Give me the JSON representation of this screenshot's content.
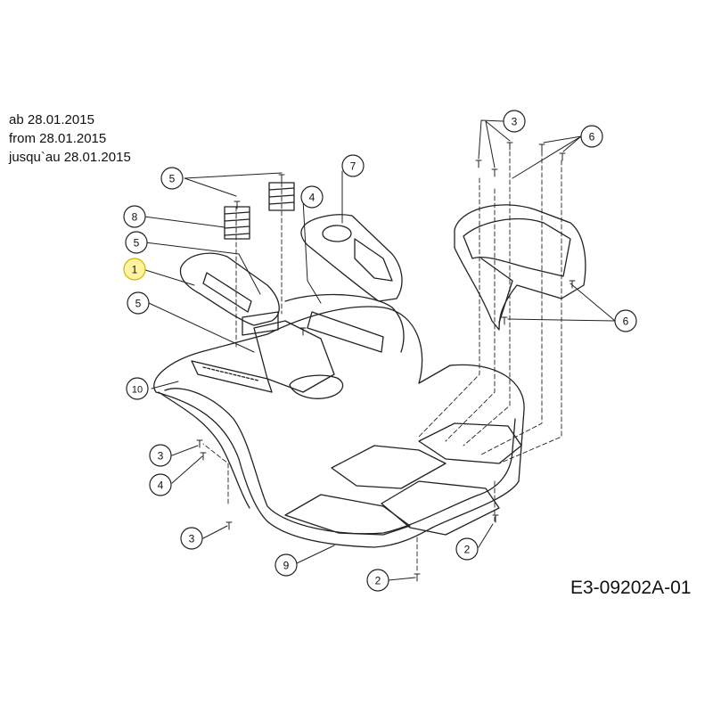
{
  "header": {
    "lines": [
      "ab 28.01.2015",
      "from 28.01.2015",
      "jusqu`au 28.01.2015"
    ]
  },
  "drawing_code": "E3-09202A-01",
  "callouts": [
    {
      "id": "c3-top",
      "label": "3",
      "highlight": false
    },
    {
      "id": "c6-top",
      "label": "6",
      "highlight": false
    },
    {
      "id": "c7",
      "label": "7",
      "highlight": false
    },
    {
      "id": "c4-top",
      "label": "4",
      "highlight": false
    },
    {
      "id": "c5-top",
      "label": "5",
      "highlight": false
    },
    {
      "id": "c8",
      "label": "8",
      "highlight": false
    },
    {
      "id": "c5-mid",
      "label": "5",
      "highlight": false
    },
    {
      "id": "c1",
      "label": "1",
      "highlight": true
    },
    {
      "id": "c5-low",
      "label": "5",
      "highlight": false
    },
    {
      "id": "c6-right",
      "label": "6",
      "highlight": false
    },
    {
      "id": "c10",
      "label": "10",
      "highlight": false
    },
    {
      "id": "c3-left",
      "label": "3",
      "highlight": false
    },
    {
      "id": "c4-left",
      "label": "4",
      "highlight": false
    },
    {
      "id": "c3-bottom",
      "label": "3",
      "highlight": false
    },
    {
      "id": "c9",
      "label": "9",
      "highlight": false
    },
    {
      "id": "c2-bottom",
      "label": "2",
      "highlight": false
    },
    {
      "id": "c2-right",
      "label": "2",
      "highlight": false
    }
  ],
  "colors": {
    "line": "#222222",
    "highlight": "#fff3a0",
    "background": "#ffffff"
  }
}
